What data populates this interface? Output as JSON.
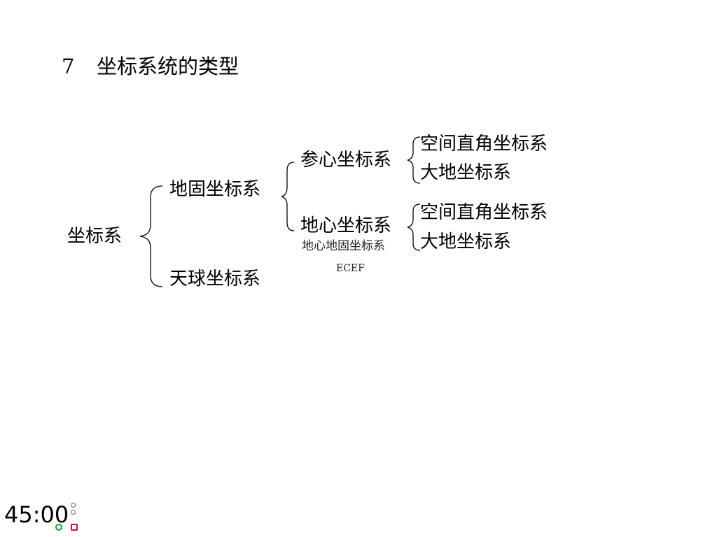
{
  "title": {
    "number": "7",
    "text": "坐标系统的类型"
  },
  "tree": {
    "root": "坐标系",
    "branch_earth_fixed": "地固坐标系",
    "branch_celestial": "天球坐标系",
    "topocentric": "参心坐标系",
    "geocentric": "地心坐标系",
    "geocentric_note": "地心地固坐标系",
    "geocentric_abbrev": "ECEF",
    "topo_child_1": "空间直角坐标系",
    "topo_child_2": "大地坐标系",
    "geo_child_1": "空间直角坐标系",
    "geo_child_2": "大地坐标系"
  },
  "timer": {
    "display": "45:00"
  },
  "icons": {
    "up": "up-icon",
    "down": "down-icon",
    "play": "play-icon",
    "stop": "stop-icon"
  }
}
